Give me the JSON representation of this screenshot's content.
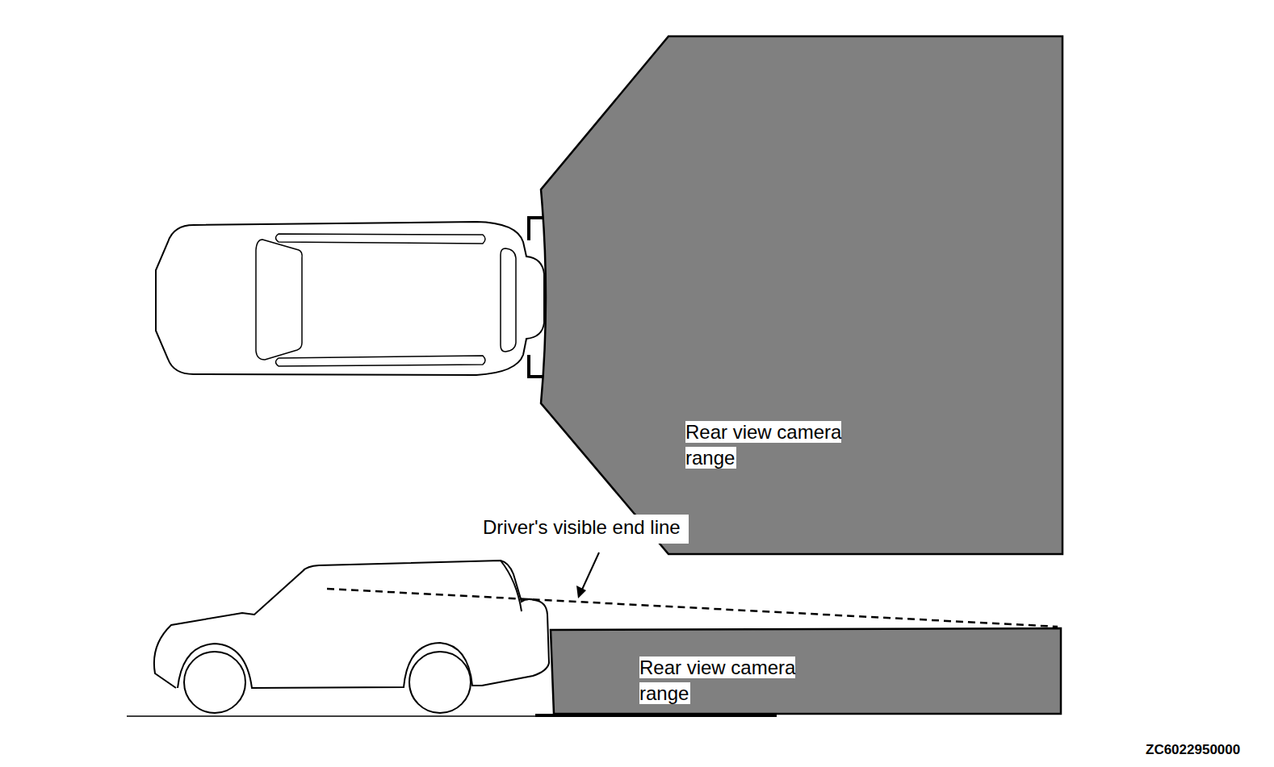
{
  "diagram": {
    "nodes": [
      {
        "text": [
          "Rear view camera range"
        ]
      },
      {
        "text": [
          "Rear view camera range"
        ]
      }
    ],
    "labels": [
      "Driver's visible end line",
      "ZC6022950000"
    ]
  }
}
